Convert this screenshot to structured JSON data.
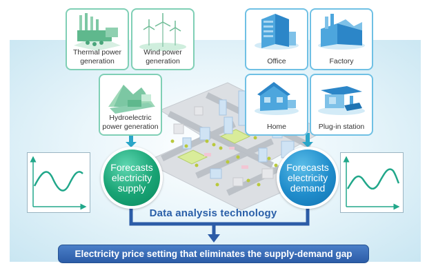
{
  "supply_sources": [
    {
      "label": "Thermal power generation",
      "icon": "thermal-plant-icon"
    },
    {
      "label": "Wind power generation",
      "icon": "wind-turbine-icon"
    },
    {
      "label": "Hydroelectric power generation",
      "icon": "hydro-dam-icon"
    }
  ],
  "demand_sources": [
    {
      "label": "Office",
      "icon": "office-building-icon"
    },
    {
      "label": "Factory",
      "icon": "factory-icon"
    },
    {
      "label": "Home",
      "icon": "house-icon"
    },
    {
      "label": "Plug-in station",
      "icon": "charging-station-icon"
    }
  ],
  "supply_forecast": {
    "line1": "Forecasts",
    "line2": "electricity",
    "line3": "supply"
  },
  "demand_forecast": {
    "line1": "Forecasts",
    "line2": "electricity",
    "line3": "demand"
  },
  "technology_label": "Data analysis technology",
  "result_label": "Electricity price setting that eliminates the supply-demand gap",
  "colors": {
    "supply": "#1aa378",
    "demand": "#1f8ccb",
    "flow": "#2c5ca7",
    "graph_line": "#21a78a"
  }
}
